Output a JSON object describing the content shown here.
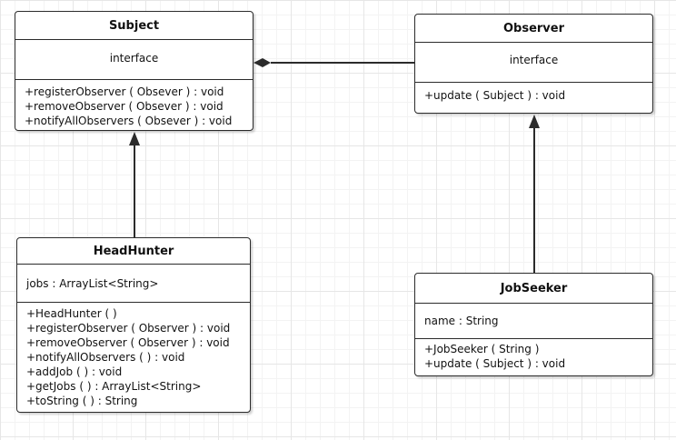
{
  "classes": {
    "subject": {
      "name": "Subject",
      "stereotype": "interface",
      "operations": [
        "+registerObserver ( Obsever ) : void",
        "+removeObserver ( Obsever ) : void",
        "+notifyAllObservers ( Obsever ) : void"
      ]
    },
    "observer": {
      "name": "Observer",
      "stereotype": "interface",
      "operations": [
        "+update ( Subject ) : void"
      ]
    },
    "headhunter": {
      "name": "HeadHunter",
      "attributes": [
        "jobs : ArrayList<String>"
      ],
      "operations": [
        "+HeadHunter ( )",
        "+registerObserver ( Observer ) : void",
        "+removeObserver ( Observer ) : void",
        "+notifyAllObservers ( ) : void",
        "+addJob ( ) : void",
        "+getJobs ( ) : ArrayList<String>",
        "+toString ( ) : String"
      ]
    },
    "jobseeker": {
      "name": "JobSeeker",
      "attributes": [
        "name : String"
      ],
      "operations": [
        "+JobSeeker ( String )",
        "+update ( Subject ) : void"
      ]
    }
  },
  "relations": [
    {
      "from": "observer",
      "to": "subject",
      "type": "composition"
    },
    {
      "from": "headhunter",
      "to": "subject",
      "type": "generalization"
    },
    {
      "from": "jobseeker",
      "to": "observer",
      "type": "generalization"
    }
  ],
  "colors": {
    "line": "#2b2b2b",
    "grid": "#e6e6e6",
    "box": "#ffffff"
  }
}
